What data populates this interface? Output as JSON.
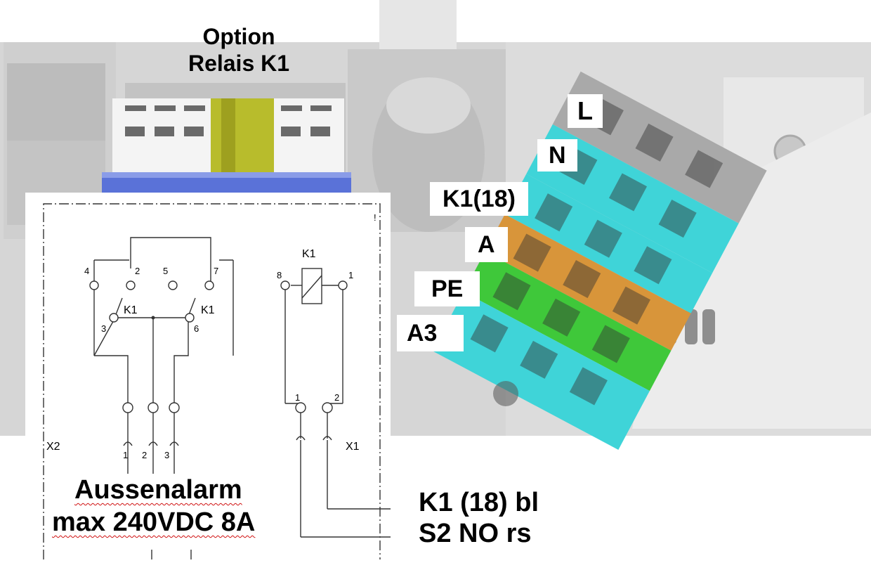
{
  "header": {
    "line1": "Option",
    "line2": "Relais K1"
  },
  "terminal_labels": [
    "L",
    "N",
    "K1(18)",
    "A",
    "PE",
    "A3"
  ],
  "schematic": {
    "relay_top_label": "K1",
    "contact_label_1": "K1",
    "contact_label_2": "K1",
    "pins": {
      "p4": "4",
      "p2": "2",
      "p5": "5",
      "p7": "7",
      "p3": "3",
      "p6": "6",
      "p8": "8",
      "p1": "1"
    },
    "connector_x2": "X2",
    "connector_x1": "X1",
    "x2_pins": [
      "1",
      "2",
      "3"
    ],
    "x1_pins": [
      "1",
      "2"
    ],
    "exclamation": "!"
  },
  "notes": {
    "alarm_line1": "Aussenalarm",
    "alarm_line2": "max 240VDC 8A",
    "wire1": "K1 (18) bl",
    "wire2": "S2 NO rs"
  },
  "colors": {
    "terminal_cyan": "#3fd4d8",
    "terminal_orange": "#d8953a",
    "terminal_green": "#3fc83a",
    "terminal_grey": "#a9a9a9",
    "relay_yellow": "#b8bc2c",
    "relay_blue": "#5a72d8"
  }
}
